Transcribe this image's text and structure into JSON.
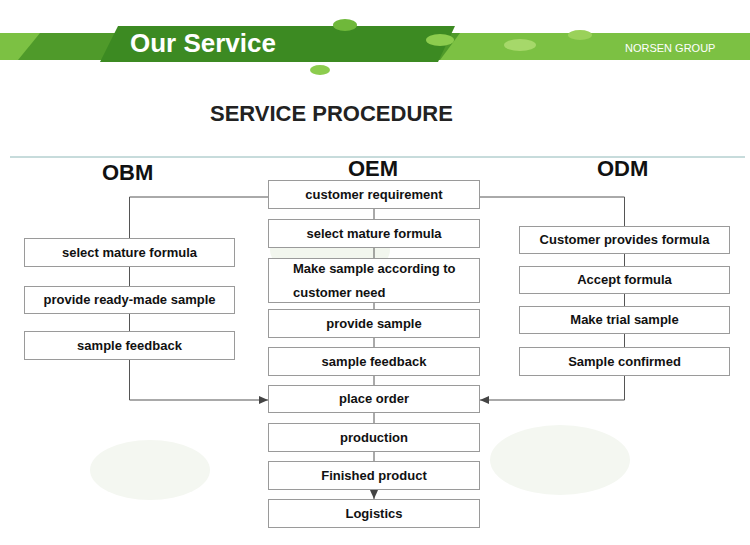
{
  "diagram": {
    "title": "SERVICE PROCEDURE",
    "nodes": [
      {
        "text": [
          "customer requirement"
        ]
      },
      {
        "text": [
          "select mature formula"
        ]
      },
      {
        "text": [
          "select mature formula"
        ]
      },
      {
        "text": [
          "Customer provides formula"
        ]
      },
      {
        "text": [
          "provide ready-made sample"
        ]
      },
      {
        "text": [
          "Make sample according to customer need"
        ]
      },
      {
        "text": [
          "Accept formula"
        ]
      },
      {
        "text": [
          "sample feedback"
        ]
      },
      {
        "text": [
          "provide sample"
        ]
      },
      {
        "text": [
          "Make trial sample"
        ]
      },
      {
        "text": [
          "sample feedback"
        ]
      },
      {
        "text": [
          "Sample confirmed"
        ]
      },
      {
        "text": [
          "place order"
        ]
      },
      {
        "text": [
          "production"
        ]
      },
      {
        "text": [
          "Finished product"
        ]
      },
      {
        "text": [
          "Logistics"
        ]
      }
    ],
    "edges": [
      {
        "from": 0,
        "to": 1,
        "arrow": "none"
      },
      {
        "from": 0,
        "to": 3,
        "arrow": "none"
      },
      {
        "from": 0,
        "to": 2,
        "arrow": "none"
      },
      {
        "from": 2,
        "to": 5,
        "arrow": "none"
      },
      {
        "from": 5,
        "to": 8,
        "arrow": "none"
      },
      {
        "from": 8,
        "to": 10,
        "arrow": "none"
      },
      {
        "from": 10,
        "to": 12,
        "arrow": "none"
      },
      {
        "from": 12,
        "to": 13,
        "arrow": "none"
      },
      {
        "from": 13,
        "to": 14,
        "arrow": "none"
      },
      {
        "from": 14,
        "to": 15,
        "arrow": "to"
      },
      {
        "from": 1,
        "to": 4,
        "arrow": "none"
      },
      {
        "from": 4,
        "to": 7,
        "arrow": "none"
      },
      {
        "from": 3,
        "to": 6,
        "arrow": "none"
      },
      {
        "from": 6,
        "to": 9,
        "arrow": "none"
      },
      {
        "from": 9,
        "to": 11,
        "arrow": "none"
      },
      {
        "from": 7,
        "to": 12,
        "arrow": "to"
      },
      {
        "from": 11,
        "to": 12,
        "arrow": "to"
      }
    ],
    "labels": [
      "Our Service",
      "NORSEN GROUP",
      "OBM",
      "OEM",
      "ODM"
    ]
  }
}
